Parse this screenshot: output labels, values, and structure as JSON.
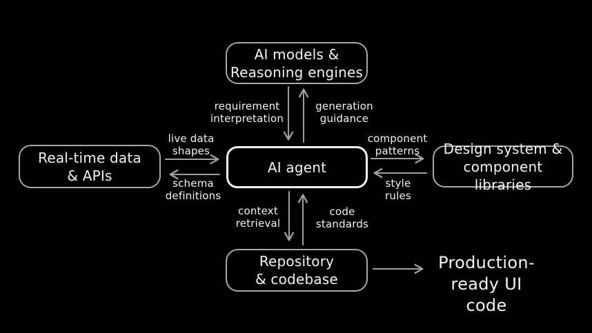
{
  "diagram": {
    "nodes": {
      "ai_models": {
        "label": "AI models &\nReasoning engines"
      },
      "realtime_data": {
        "label": "Real-time data\n& APIs"
      },
      "ai_agent": {
        "label": "AI agent"
      },
      "design_system": {
        "label": "Design system &\ncomponent libraries"
      },
      "repository": {
        "label": "Repository\n& codebase"
      }
    },
    "edges": {
      "requirement_interpretation": {
        "label": "requirement\ninterpretation",
        "direction": "down",
        "from": "ai_models",
        "to": "ai_agent"
      },
      "generation_guidance": {
        "label": "generation\nguidance",
        "direction": "up",
        "from": "ai_agent",
        "to": "ai_models"
      },
      "live_data_shapes": {
        "label": "live data\nshapes",
        "direction": "right",
        "from": "realtime_data",
        "to": "ai_agent"
      },
      "schema_definitions": {
        "label": "schema\ndefinitions",
        "direction": "left",
        "from": "ai_agent",
        "to": "realtime_data"
      },
      "component_patterns": {
        "label": "component\npatterns",
        "direction": "right",
        "from": "ai_agent",
        "to": "design_system"
      },
      "style_rules": {
        "label": "style\nrules",
        "direction": "left",
        "from": "design_system",
        "to": "ai_agent"
      },
      "context_retrieval": {
        "label": "context\nretrieval",
        "direction": "down",
        "from": "ai_agent",
        "to": "repository"
      },
      "code_standards": {
        "label": "code\nstandards",
        "direction": "up",
        "from": "repository",
        "to": "ai_agent"
      },
      "production_output": {
        "label": "",
        "direction": "right",
        "from": "repository",
        "to": "production_ready_ui_code"
      }
    },
    "output_text": {
      "label": "Production-\nready UI code"
    },
    "colors": {
      "background": "#000000",
      "node_border": "#a9a9a9",
      "agent_border": "#f4f4f4",
      "text": "#f3f3f3",
      "arrow": "#a0a0a0"
    }
  }
}
